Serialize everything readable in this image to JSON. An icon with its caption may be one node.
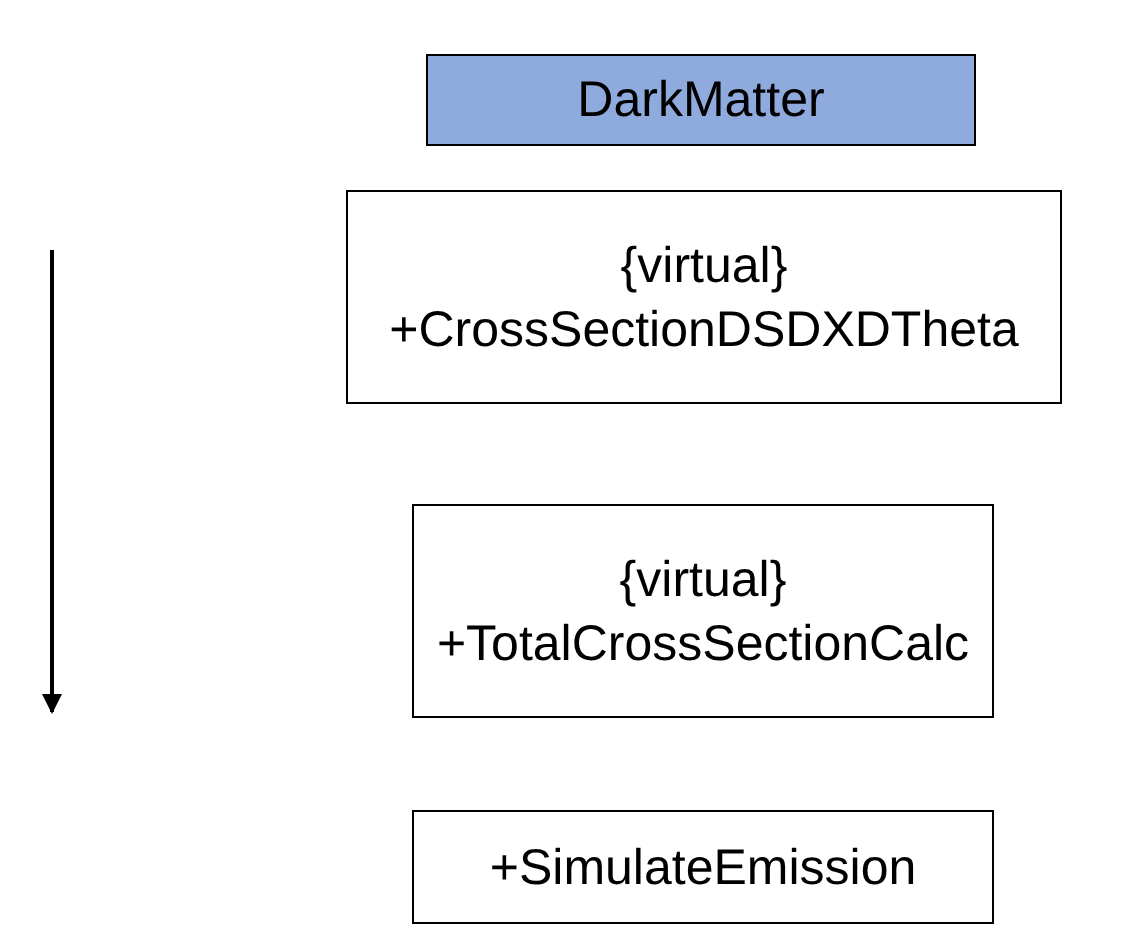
{
  "diagram": {
    "nodes": [
      {
        "text": [
          "DarkMatter"
        ]
      },
      {
        "text": [
          "{virtual}",
          "+CrossSectionDSDXDTheta"
        ]
      },
      {
        "text": [
          "{virtual}",
          "+TotalCrossSectionCalc"
        ]
      },
      {
        "text": [
          "+SimulateEmission"
        ]
      }
    ]
  }
}
